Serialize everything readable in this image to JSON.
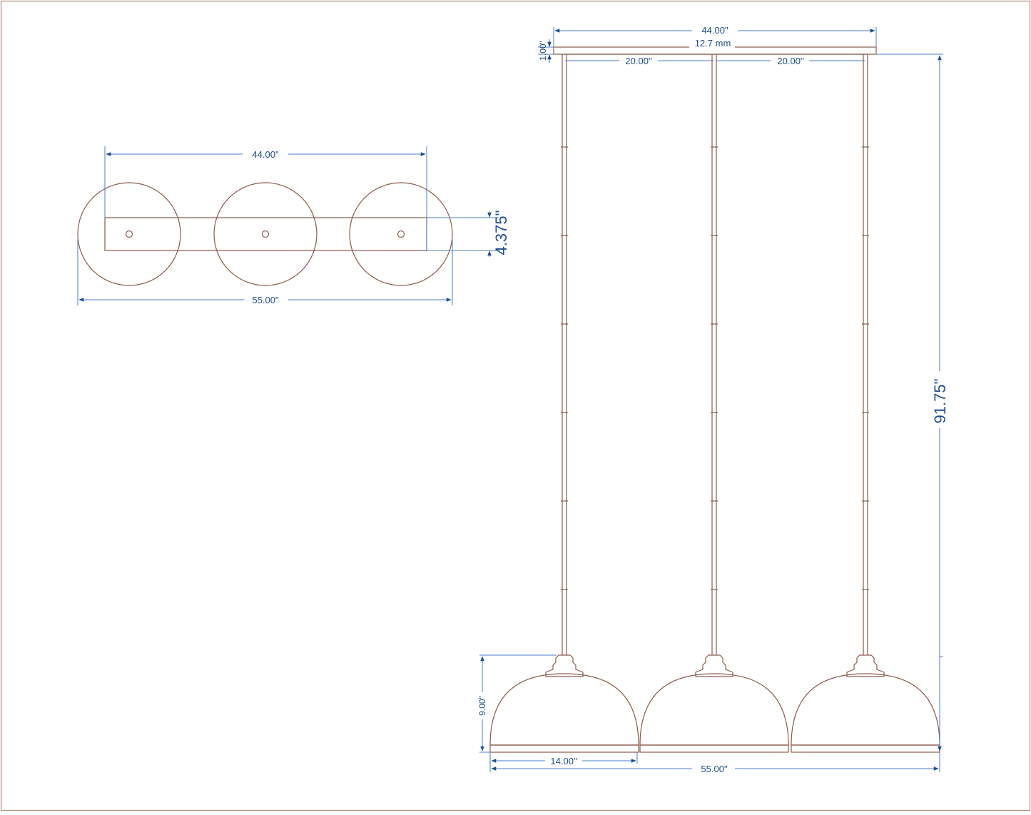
{
  "colors": {
    "frame": "#b08a7a",
    "part_stroke": "#8a5a4a",
    "dimension_line": "#4a7cc4",
    "dimension_text": "#1f4e8c"
  },
  "top_view": {
    "dim_mount_spacing": "44.00\"",
    "dim_canopy_depth": "4.375\"",
    "dim_overall_width": "55.00\""
  },
  "front_view": {
    "dim_canopy_length": "44.00\"",
    "dim_canopy_thickness_mm": "12.7 mm",
    "dim_canopy_thickness_in": "1.00\"",
    "dim_spacing_left": "20.00\"",
    "dim_spacing_right": "20.00\"",
    "dim_overall_height": "91.75\"",
    "dim_shade_height": "9.00\"",
    "dim_shade_diameter": "14.00\"",
    "dim_overall_width": "55.00\""
  }
}
